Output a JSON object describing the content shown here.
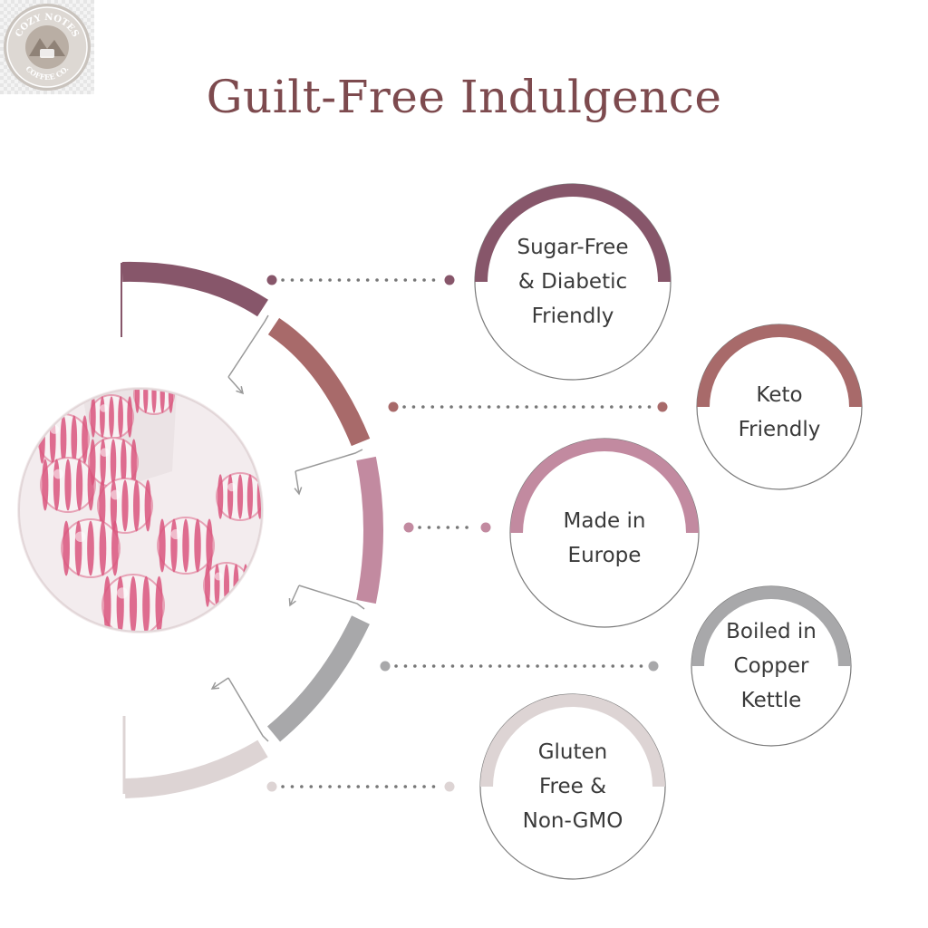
{
  "page": {
    "title": "Guilt-Free Indulgence",
    "logo_text": [
      "COZY NOTES",
      "COFFEE CO."
    ],
    "colors": {
      "title": "#7d4a4e",
      "plum": "#87566a",
      "rose": "#a86a6a",
      "pink": "#c28aa0",
      "gray": "#a8a8aa",
      "light": "#ddd4d4",
      "dot": "#6e6e6e"
    },
    "image": {
      "name": "striped-candy-photo",
      "subject": "pink and white striped hard candies"
    }
  },
  "features": [
    {
      "lines": [
        "Sugar-Free",
        "& Diabetic",
        "Friendly"
      ],
      "color": "#87566a"
    },
    {
      "lines": [
        "Keto",
        "Friendly"
      ],
      "color": "#a86a6a"
    },
    {
      "lines": [
        "Made in",
        "Europe"
      ],
      "color": "#c28aa0"
    },
    {
      "lines": [
        "Boiled in",
        "Copper",
        "Kettle"
      ],
      "color": "#a8a8aa"
    },
    {
      "lines": [
        "Gluten",
        "Free &",
        "Non-GMO"
      ],
      "color": "#ddd4d4"
    }
  ]
}
